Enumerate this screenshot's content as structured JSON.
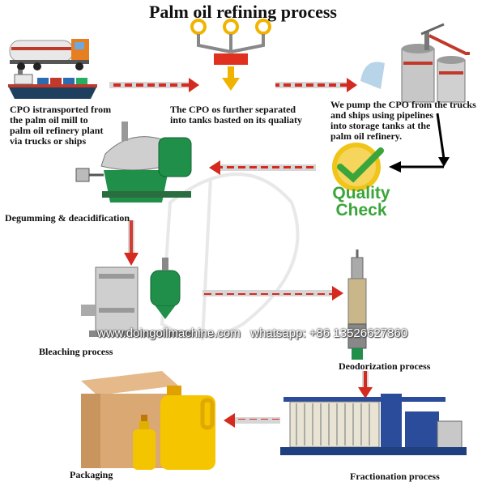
{
  "title": "Palm oil refining process",
  "steps": [
    {
      "id": "transport",
      "caption": "CPO istransported from\n the palm oil mill to\npalm oil refinery plant\nvia trucks or ships"
    },
    {
      "id": "separate",
      "caption": "The CPO os further separated\ninto tanks basted on its qualiaty"
    },
    {
      "id": "storage",
      "caption": "We pump the CPO from the trucks\nand ships using pipelines\ninto storage tanks at the\npalm oil refinery."
    },
    {
      "id": "quality",
      "caption_line1": "Quality",
      "caption_line2": "Check"
    },
    {
      "id": "degumming",
      "caption": "Degumming & deacidification"
    },
    {
      "id": "bleaching",
      "caption": "Bleaching process"
    },
    {
      "id": "deodorization",
      "caption": "Deodorization process"
    },
    {
      "id": "fractionation",
      "caption": "Fractionation process"
    },
    {
      "id": "packaging",
      "caption": "Packaging"
    }
  ],
  "watermark": "www.doingoilmachine.com   whatsapp: +86 13526627860",
  "colors": {
    "arrow_red": "#d42a1f",
    "arrow_grey": "#d6d6d6",
    "quality_green": "#3aa53a",
    "check_yellow": "#f0c419",
    "machine_green": "#1f8f4a"
  }
}
